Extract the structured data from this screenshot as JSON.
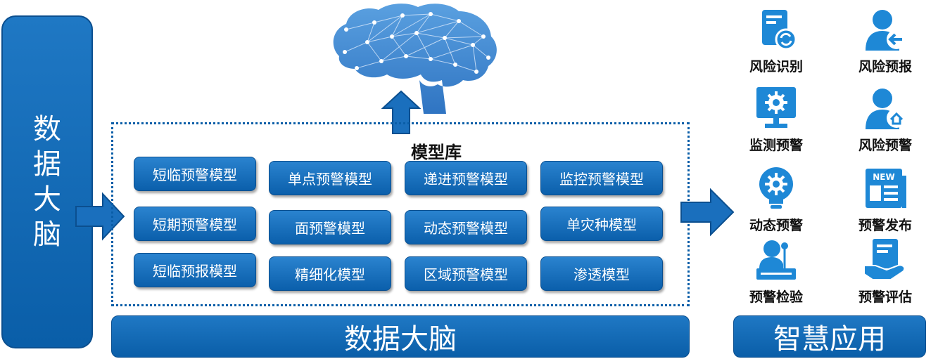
{
  "left_bar": {
    "label": "数据大脑"
  },
  "library": {
    "title": "模型库"
  },
  "models": [
    "短临预警模型",
    "单点预警模型",
    "递进预警模型",
    "监控预警模型",
    "短期预警模型",
    "面预警模型",
    "动态预警模型",
    "单灾种模型",
    "短临预报模型",
    "精细化模型",
    "区域预警模型",
    "渗透模型"
  ],
  "bottom": {
    "main": "数据大脑",
    "apps": "智慧应用"
  },
  "apps": [
    {
      "label": "风险识别",
      "icon": "document-refresh-icon"
    },
    {
      "label": "风险预报",
      "icon": "user-arrow-icon"
    },
    {
      "label": "监测预警",
      "icon": "monitor-gear-icon"
    },
    {
      "label": "风险预警",
      "icon": "user-home-icon"
    },
    {
      "label": "动态预警",
      "icon": "lightbulb-gear-icon"
    },
    {
      "label": "预警发布",
      "icon": "newspaper-icon"
    },
    {
      "label": "预警检验",
      "icon": "speaker-podium-icon"
    },
    {
      "label": "预警评估",
      "icon": "hand-document-icon"
    }
  ],
  "colors": {
    "primary": "#0a5ea8",
    "accent": "#1f78c4"
  }
}
